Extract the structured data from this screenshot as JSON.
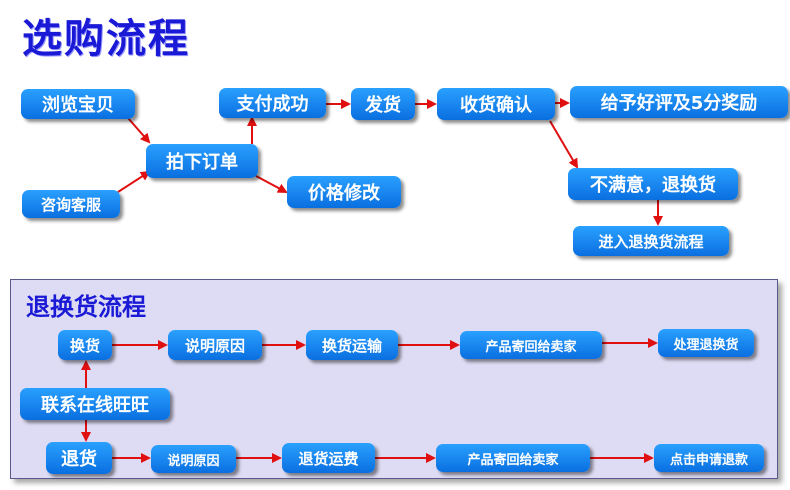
{
  "title": "选购流程",
  "purchase": {
    "browse": "浏览宝贝",
    "consult": "咨询客服",
    "place_order": "拍下订单",
    "pay_success": "支付成功",
    "ship": "发货",
    "confirm_receipt": "收货确认",
    "positive_review": "给予好评及5分奖励",
    "price_modify": "价格修改",
    "unsatisfied": "不满意，退换货",
    "enter_return": "进入退换货流程"
  },
  "returns": {
    "title": "退换货流程",
    "contact": "联系在线旺旺",
    "exchange_row": [
      "换货",
      "说明原因",
      "换货运输",
      "产品寄回给卖家",
      "处理退换货"
    ],
    "refund_row": [
      "退货",
      "说明原因",
      "退货运费",
      "产品寄回给卖家",
      "点击申请退款"
    ]
  },
  "colors": {
    "node": "#0a82f0",
    "arrow": "#e01010",
    "title": "#1a1ad6",
    "panel": "#dedcf4"
  }
}
